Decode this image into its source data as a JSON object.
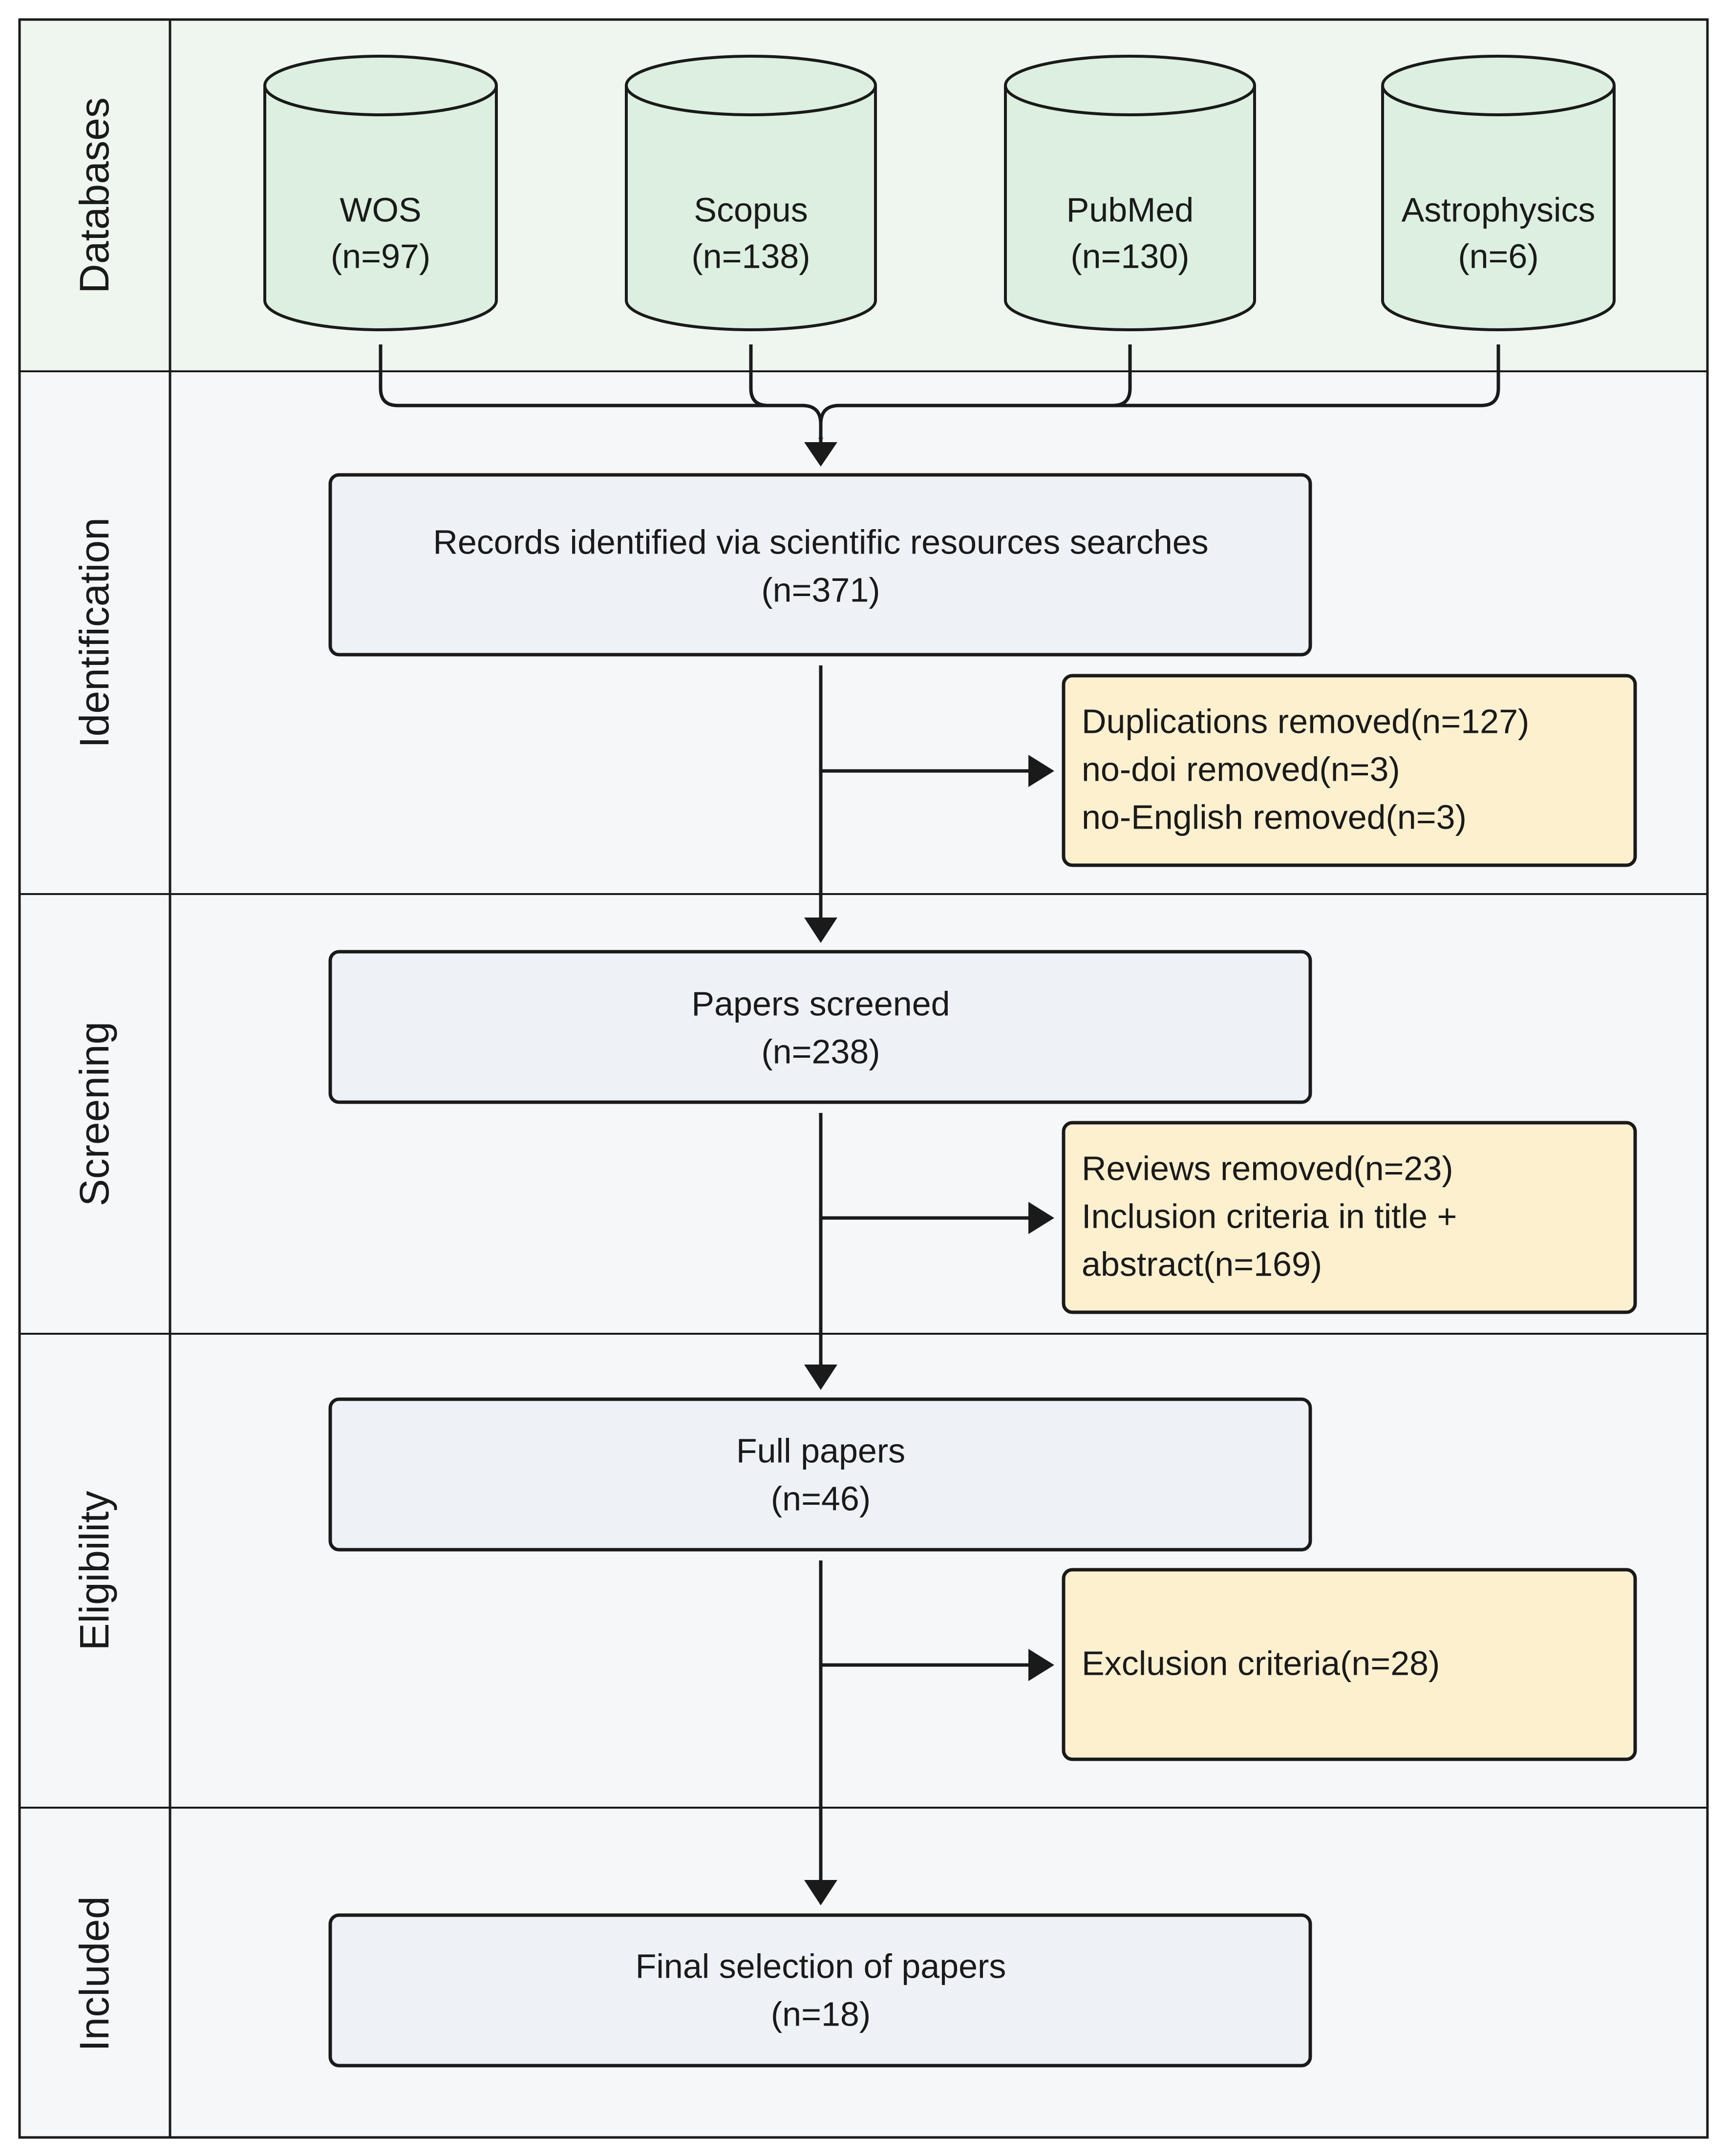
{
  "stages": [
    {
      "id": "databases",
      "label": "Databases"
    },
    {
      "id": "identification",
      "label": "Identification"
    },
    {
      "id": "screening",
      "label": "Screening"
    },
    {
      "id": "eligibility",
      "label": "Eligibility"
    },
    {
      "id": "included",
      "label": "Included"
    }
  ],
  "databases": [
    {
      "name": "WOS",
      "count": "(n=97)"
    },
    {
      "name": "Scopus",
      "count": "(n=138)"
    },
    {
      "name": "PubMed",
      "count": "(n=130)"
    },
    {
      "name": "Astrophysics",
      "count": "(n=6)"
    }
  ],
  "main_boxes": [
    {
      "line1": "Records identified via scientific resources searches",
      "line2": "(n=371)"
    },
    {
      "line1": "Papers screened",
      "line2": "(n=238)"
    },
    {
      "line1": "Full papers",
      "line2": "(n=46)"
    },
    {
      "line1": "Final selection of papers",
      "line2": "(n=18)"
    }
  ],
  "exclusion_boxes": [
    {
      "lines": [
        "Duplications removed(n=127)",
        "no-doi removed(n=3)",
        "no-English removed(n=3)"
      ]
    },
    {
      "lines": [
        "Reviews removed(n=23)",
        "Inclusion criteria in title +",
        "abstract(n=169)"
      ]
    },
    {
      "lines": [
        "Exclusion criteria(n=28)"
      ]
    }
  ],
  "colors": {
    "database_fill": "#dcefe0",
    "database_band": "#eef6ef",
    "lane_fill": "#f5f7f9",
    "main_box_fill": "#eef2f6",
    "exclusion_fill": "#fdf0cf",
    "stroke": "#1a1a1a"
  }
}
